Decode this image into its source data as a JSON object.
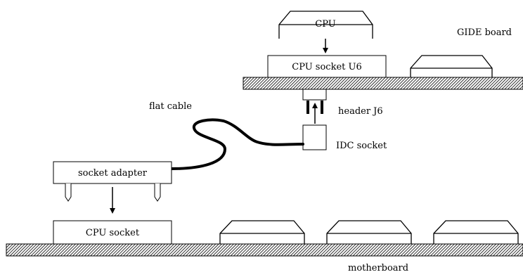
{
  "labels": {
    "cpu_chip": "CPU",
    "cpu_socket_u6": "CPU socket U6",
    "gide_board": "GIDE board",
    "flat_cable": "flat cable",
    "header_j6": "header J6",
    "idc_socket": "IDC socket",
    "socket_adapter": "socket adapter",
    "cpu_socket": "CPU socket",
    "motherboard": "motherboard"
  }
}
